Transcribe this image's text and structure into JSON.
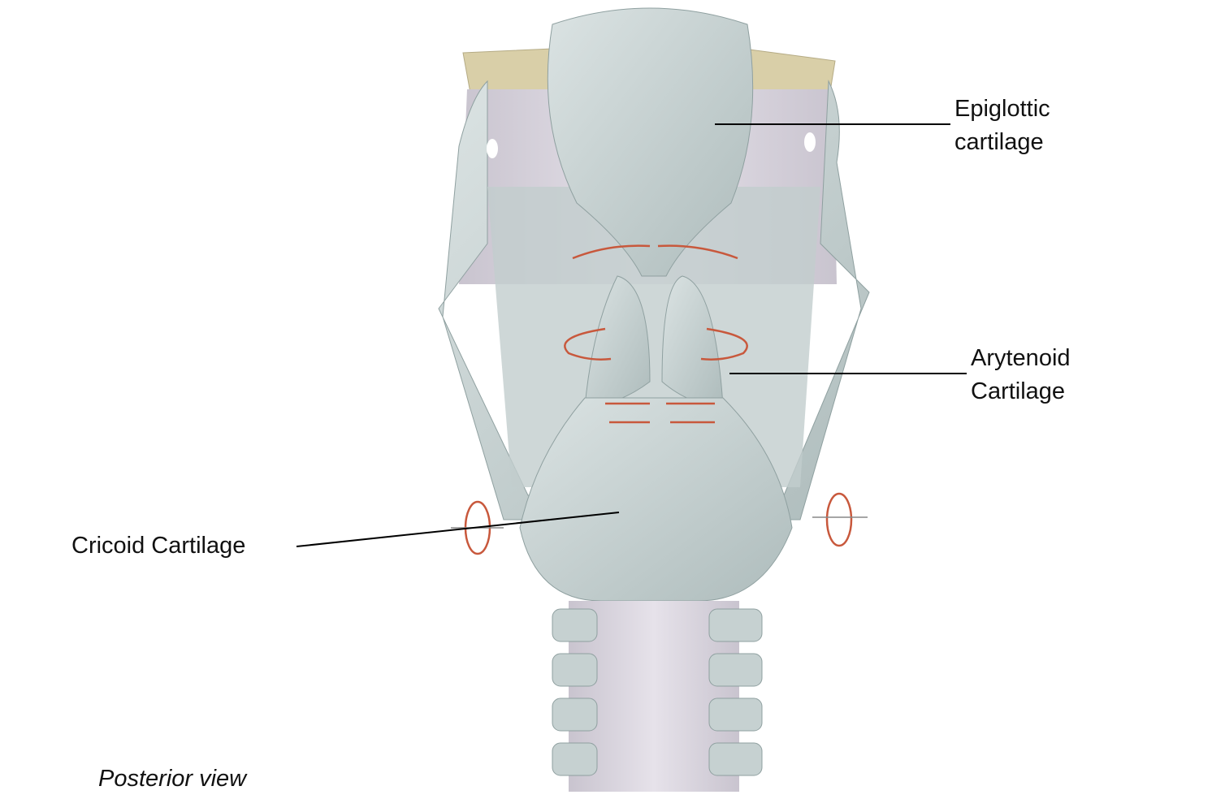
{
  "labels": {
    "epiglottic_line1": "Epiglottic",
    "epiglottic_line2": "cartilage",
    "arytenoid_line1": "Arytenoid",
    "arytenoid_line2": "Cartilage",
    "cricoid": "Cricoid Cartilage"
  },
  "caption": "Posterior view",
  "colors": {
    "cartilage": "#c6d1d1",
    "ligament": "#d8d4dc",
    "bone": "#d9cfa8",
    "arrows": "#c8583c",
    "leader_lines": "#000000"
  }
}
